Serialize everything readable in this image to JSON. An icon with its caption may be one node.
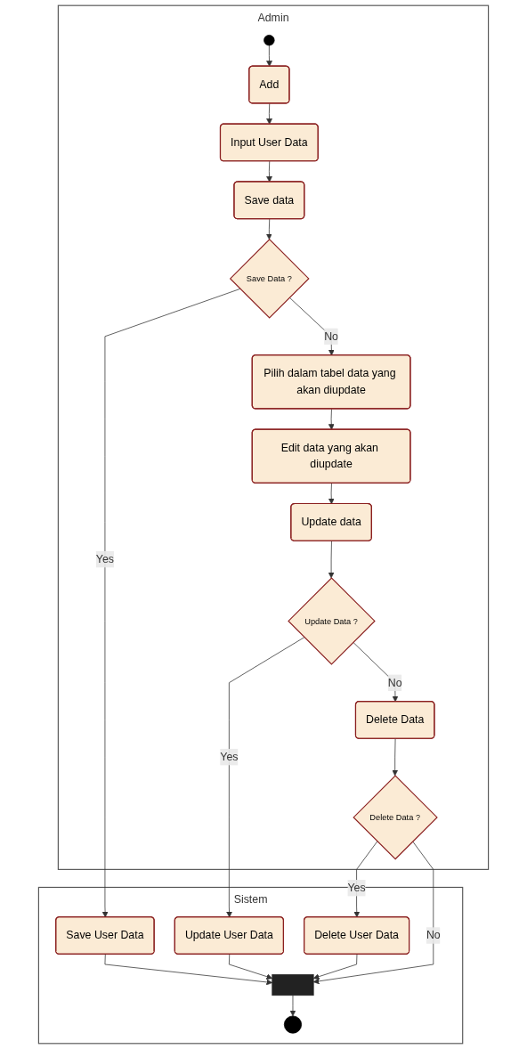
{
  "diagram": {
    "nodes": [
      {
        "text": [
          "Admin"
        ]
      },
      {
        "text": [
          "Sistem"
        ]
      },
      {
        "text": [],
        "shape": "circle",
        "in": 0
      },
      {
        "text": [
          "Add"
        ],
        "in": 0
      },
      {
        "text": [
          "Input User Data"
        ],
        "in": 0
      },
      {
        "text": [
          "Save data"
        ],
        "in": 0
      },
      {
        "text": [
          "Save Data ?"
        ],
        "in": 0
      },
      {
        "text": [
          "Pilih dalam tabel data yang akan diupdate"
        ],
        "in": 0
      },
      {
        "text": [
          "Edit data yang akan diupdate"
        ],
        "in": 0
      },
      {
        "text": [
          "Update data"
        ],
        "in": 0
      },
      {
        "text": [
          "Update Data ?"
        ],
        "in": 0
      },
      {
        "text": [
          "Delete Data"
        ],
        "in": 0
      },
      {
        "text": [
          "Delete Data ?"
        ],
        "in": 0
      },
      {
        "text": [
          "Save User Data"
        ],
        "in": 1
      },
      {
        "text": [
          "Update User Data"
        ],
        "in": 1
      },
      {
        "text": [
          "Delete User Data"
        ],
        "in": 1
      },
      {
        "text": [],
        "shape": "bar",
        "in": 1
      },
      {
        "text": [],
        "shape": "circle",
        "in": 1
      }
    ],
    "edges": [
      {
        "from": 2,
        "to": 3,
        "arrow": "to"
      },
      {
        "from": 3,
        "to": 4,
        "arrow": "to"
      },
      {
        "from": 4,
        "to": 5,
        "arrow": "to"
      },
      {
        "from": 5,
        "to": 6,
        "arrow": "to"
      },
      {
        "from": 6,
        "to": 13,
        "arrow": "to",
        "label": "Yes"
      },
      {
        "from": 6,
        "to": 7,
        "arrow": "to",
        "label": "No"
      },
      {
        "from": 7,
        "to": 8,
        "arrow": "to"
      },
      {
        "from": 8,
        "to": 9,
        "arrow": "to"
      },
      {
        "from": 9,
        "to": 10,
        "arrow": "to"
      },
      {
        "from": 10,
        "to": 14,
        "arrow": "to",
        "label": "Yes"
      },
      {
        "from": 10,
        "to": 11,
        "arrow": "to",
        "label": "No"
      },
      {
        "from": 11,
        "to": 12,
        "arrow": "to"
      },
      {
        "from": 12,
        "to": 15,
        "arrow": "to",
        "label": "Yes"
      },
      {
        "from": 12,
        "to": 16,
        "arrow": "to",
        "label": "No"
      },
      {
        "from": 13,
        "to": 16,
        "arrow": "to"
      },
      {
        "from": 14,
        "to": 16,
        "arrow": "to"
      },
      {
        "from": 15,
        "to": 16,
        "arrow": "to"
      },
      {
        "from": 16,
        "to": 17,
        "arrow": "to"
      }
    ]
  }
}
